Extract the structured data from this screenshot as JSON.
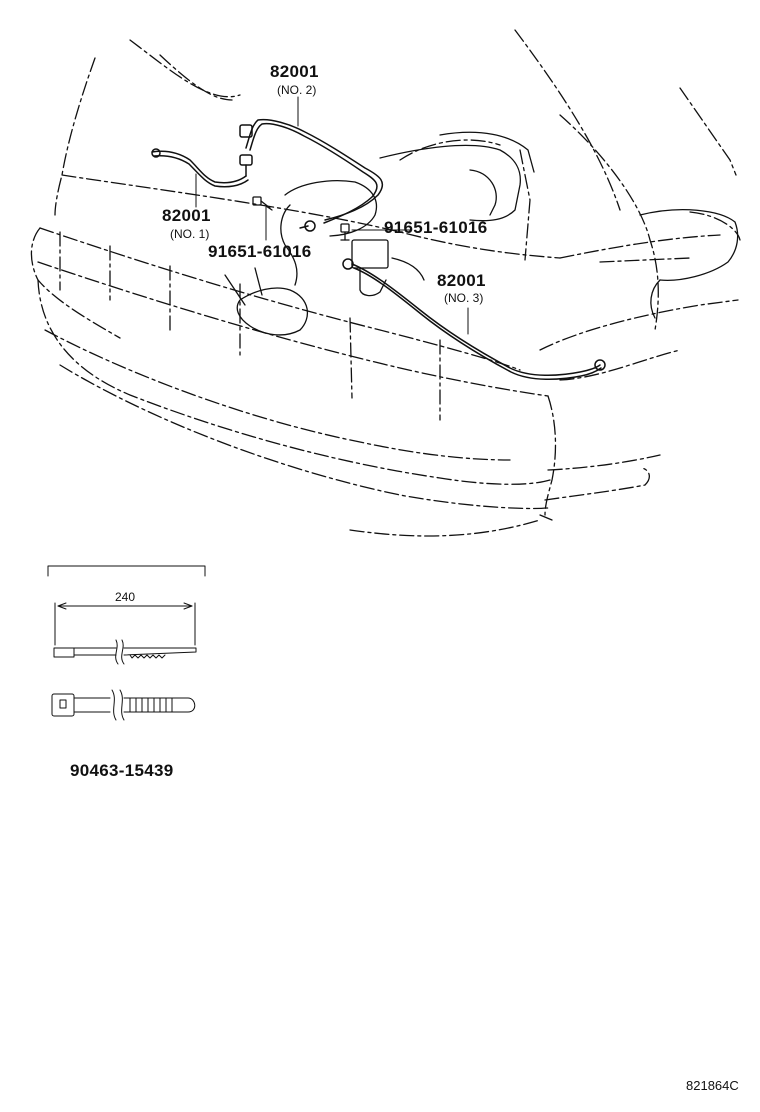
{
  "callouts": {
    "harness_no2": {
      "part": "82001",
      "note": "(NO. 2)"
    },
    "harness_no1": {
      "part": "82001",
      "note": "(NO. 1)"
    },
    "harness_no3": {
      "part": "82001",
      "note": "(NO. 3)"
    },
    "clamp_left": {
      "part": "91651-61016"
    },
    "clamp_right": {
      "part": "91651-61016"
    }
  },
  "cable_tie": {
    "part": "90463-15439",
    "length_label": "240"
  },
  "illustration_id": "821864C",
  "colors": {
    "line": "#111111",
    "background": "#ffffff"
  }
}
